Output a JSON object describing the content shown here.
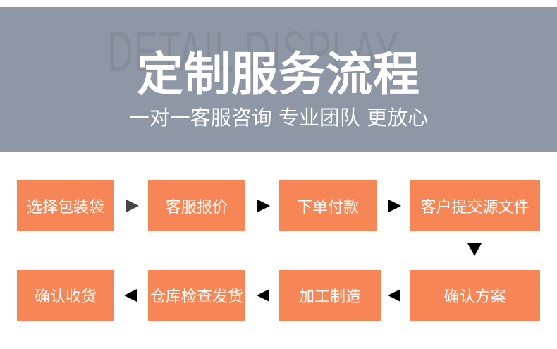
{
  "banner": {
    "ghost_text": "DETAIL DISPLAY",
    "title": "定制服务流程",
    "subtitle": "一对一客服咨询 专业团队 更放心",
    "background_color": "#8e97a5"
  },
  "flow": {
    "box_color": "#f78656",
    "steps": [
      {
        "label": "选择包装袋"
      },
      {
        "label": "客服报价"
      },
      {
        "label": "下单付款"
      },
      {
        "label": "客户提交源文件"
      },
      {
        "label": "确认方案"
      },
      {
        "label": "加工制造"
      },
      {
        "label": "仓库检查发货"
      },
      {
        "label": "确认收货"
      }
    ],
    "arrows": [
      "right-arrow-icon",
      "right-arrow-icon",
      "right-arrow-icon",
      "down-arrow-icon",
      "left-arrow-icon",
      "left-arrow-icon",
      "left-arrow-icon"
    ]
  }
}
